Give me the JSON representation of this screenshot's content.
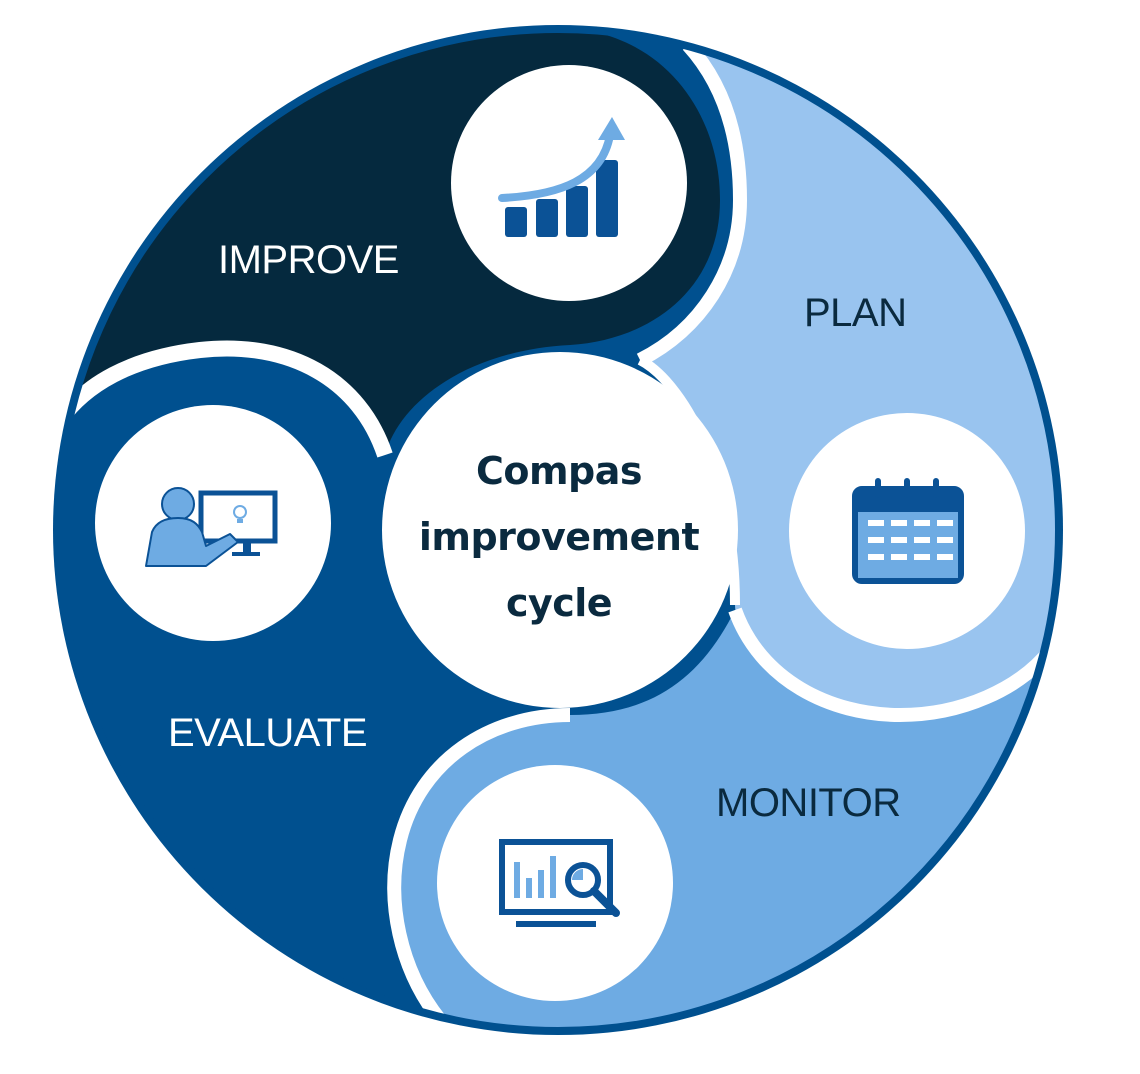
{
  "diagram": {
    "center_title": [
      "Compas",
      "improvement",
      "cycle"
    ],
    "stages": [
      {
        "key": "improve",
        "label": "IMPROVE",
        "icon": "growth-chart-icon",
        "color": "#05293e"
      },
      {
        "key": "plan",
        "label": "PLAN",
        "icon": "calendar-icon",
        "color": "#99c4ef"
      },
      {
        "key": "monitor",
        "label": "MONITOR",
        "icon": "monitor-analytics-icon",
        "color": "#6eabe3"
      },
      {
        "key": "evaluate",
        "label": "EVALUATE",
        "icon": "presenter-screen-icon",
        "color": "#00508f"
      }
    ],
    "colors": {
      "outer_ring": "#00508f",
      "center_fill": "#ffffff",
      "icon_dark": "#0b5296",
      "icon_light": "#6eabe3",
      "text_dark": "#0a2a3f"
    }
  }
}
